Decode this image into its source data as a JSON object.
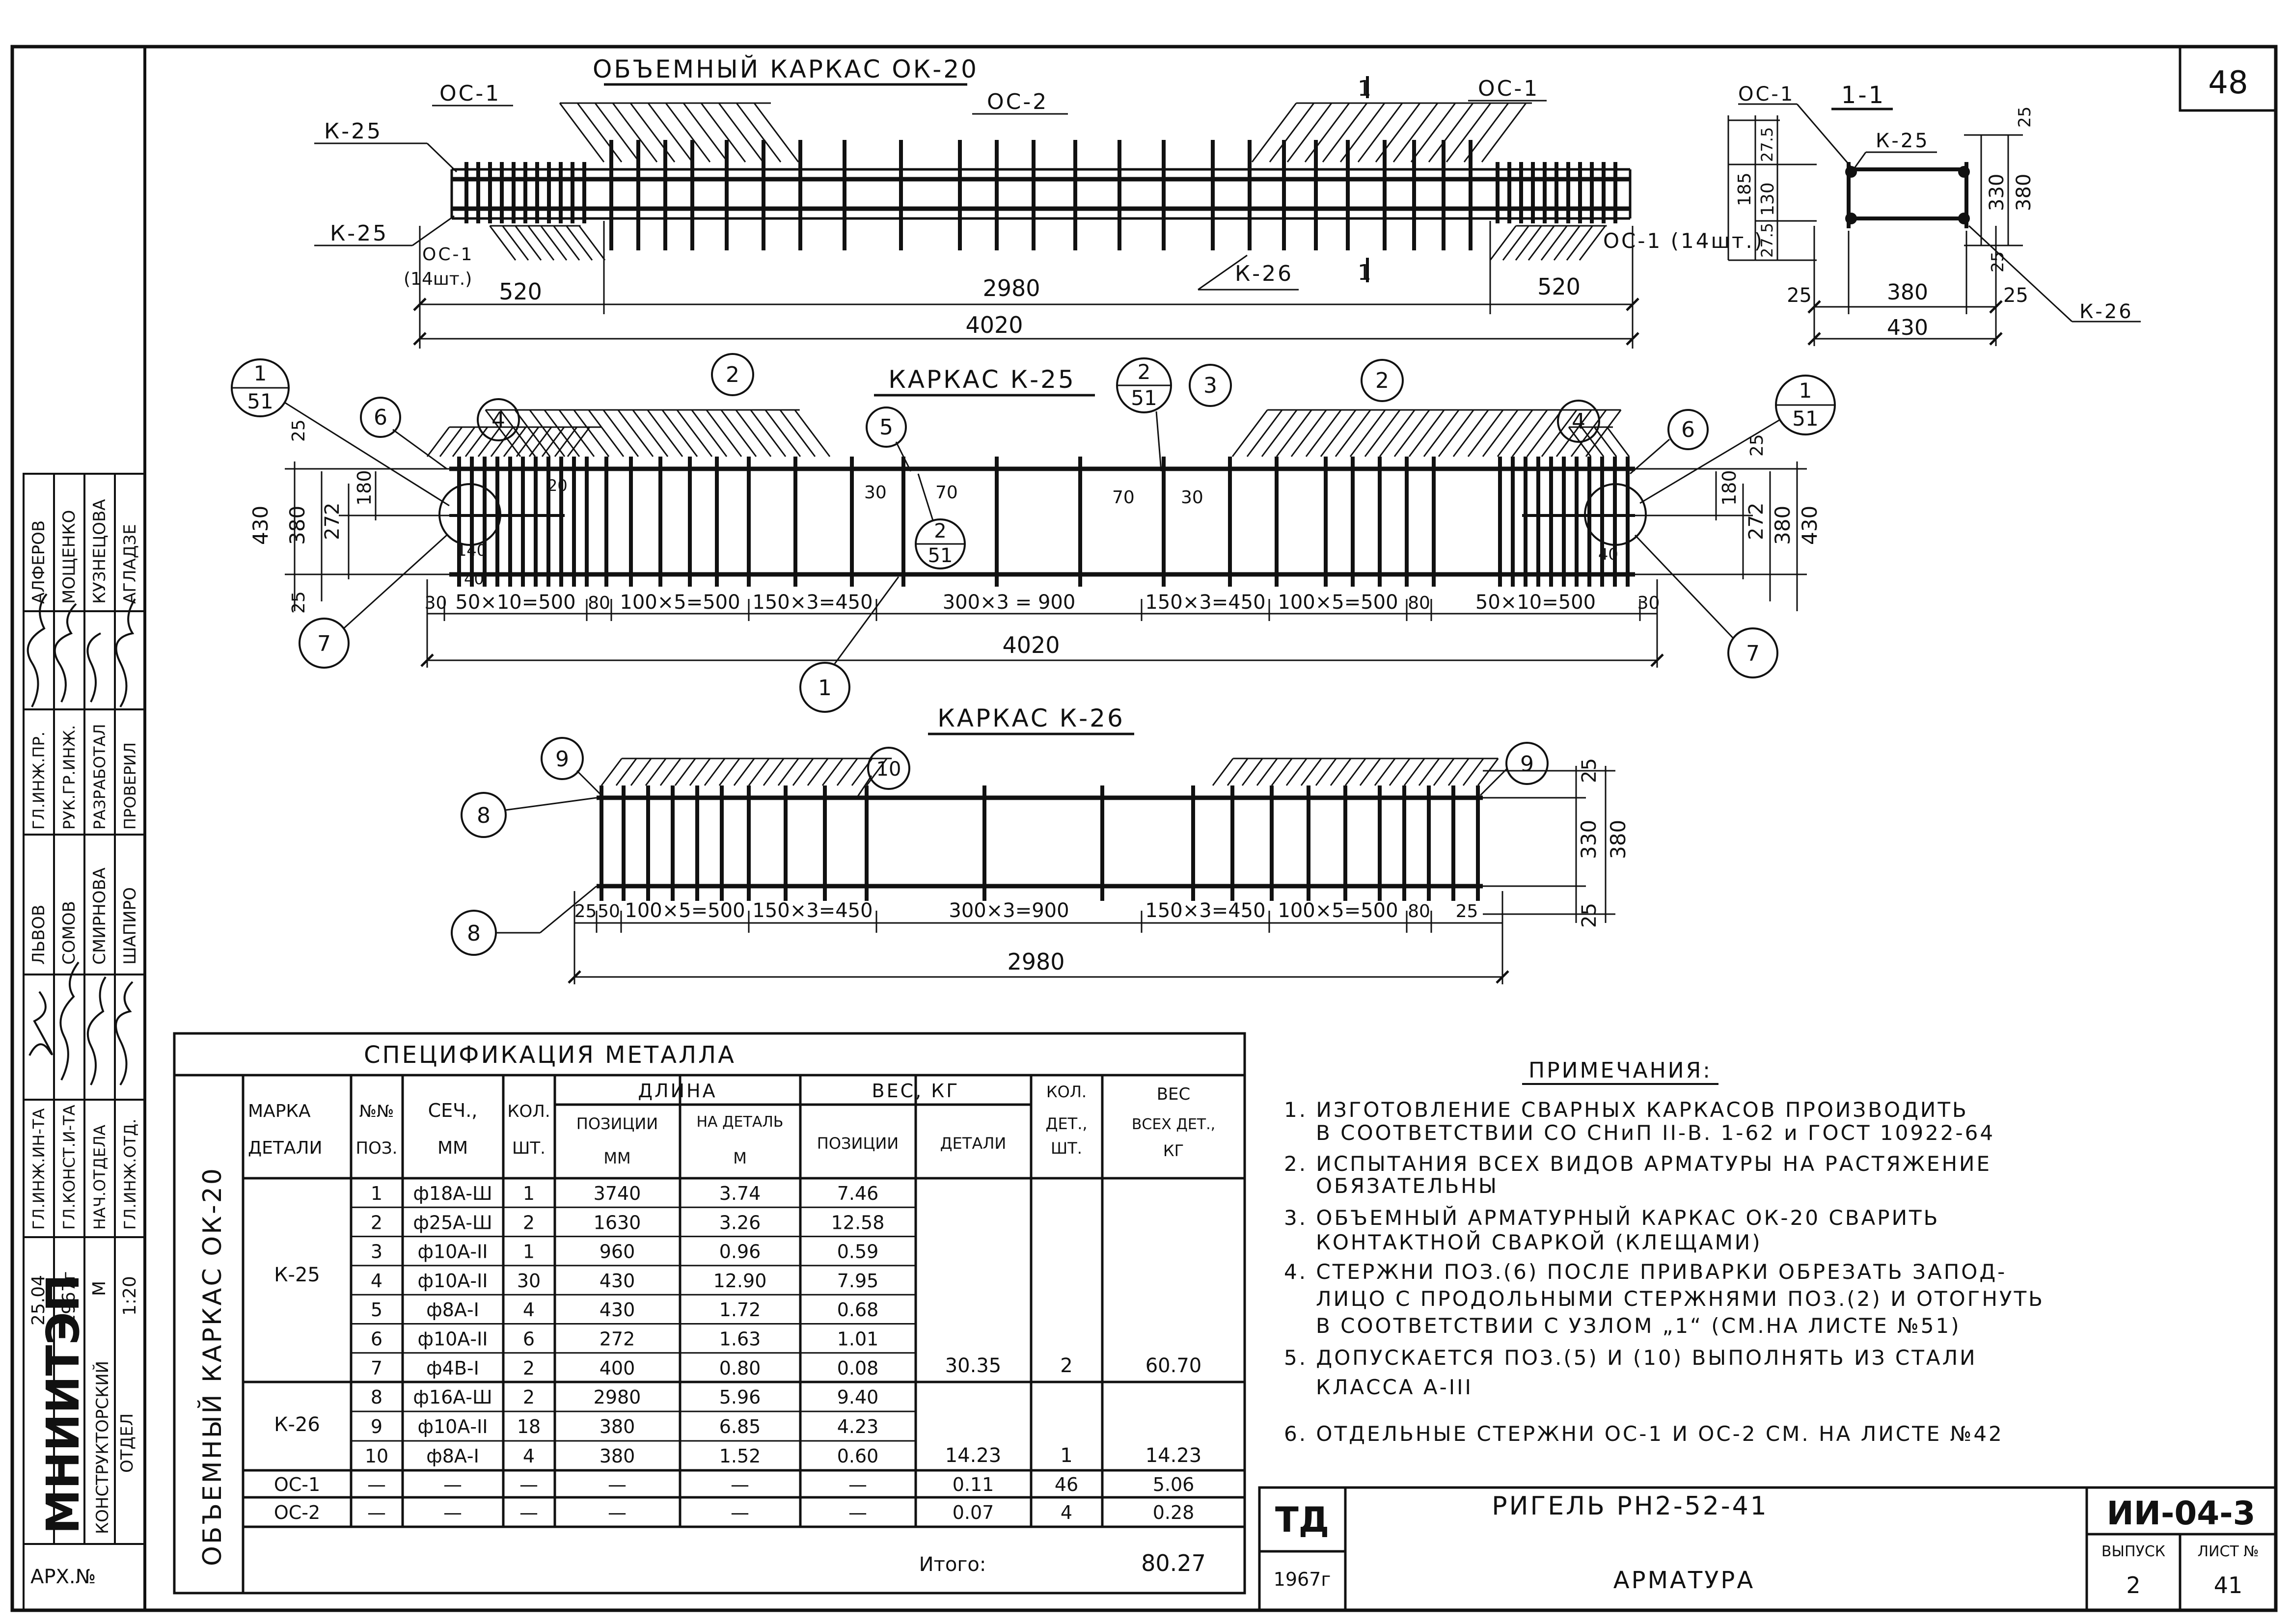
{
  "sheet": {
    "sheet_number": "48",
    "ok20_title": "ОБЪЕМНЫЙ КАРКАС ОК-20",
    "k25_title": "КАРКАС К-25",
    "k26_title": "КАРКАС К-26",
    "section_label": "1-1",
    "cut_mark": "1"
  },
  "ok20": {
    "labels": {
      "oc1_left": "ОС-1",
      "oc2": "ОС-2",
      "oc1_right": "ОС-1",
      "k25_top": "К-25",
      "k25_bottom": "К-25",
      "oc1_small": "ОС-1",
      "qty14": "(14шт.)",
      "oc1_right_qty": "ОС-1 (14шт.)",
      "k26": "К-26"
    },
    "dims": {
      "left": "520",
      "middle": "2980",
      "right": "520",
      "total": "4020"
    }
  },
  "section": {
    "labels": {
      "oc1": "ОС-1",
      "k25": "К-25",
      "k26": "К-26"
    },
    "dims": {
      "d275a": "27.5",
      "d130": "130",
      "d185": "185",
      "d275b": "27.5",
      "d330": "330",
      "d380v": "380",
      "d25a": "25",
      "d25b": "25",
      "d25c": "25",
      "d25d": "25",
      "d380h": "380",
      "d430": "430"
    }
  },
  "k25": {
    "callouts": {
      "c1": "1",
      "c2a": "2",
      "c2b": "2",
      "c3": "3",
      "c4a": "4",
      "c4b": "4",
      "c5": "5",
      "c6a": "6",
      "c6b": "6",
      "c7a": "7",
      "c7b": "7",
      "n1": "1",
      "d51a": "51",
      "n2": "2",
      "d51b": "51",
      "n2b": "2",
      "d51c": "51",
      "n1b": "1",
      "d51d": "51"
    },
    "vdims": {
      "d430l": "430",
      "d380l": "380",
      "d272l": "272",
      "d180l": "180",
      "d25l": "25",
      "d25lb": "25",
      "d430r": "430",
      "d380r": "380",
      "d272r": "272",
      "d180r": "180",
      "d25r": "25"
    },
    "small": {
      "s20": "20",
      "s140": "140",
      "s40": "40",
      "s30a": "30",
      "s70a": "70",
      "s70b": "70",
      "s30b": "30",
      "s40r": "40"
    },
    "dims": [
      "30",
      "50×10=500",
      "80",
      "100×5=500",
      "150×3=450",
      "300×3 = 900",
      "150×3=450",
      "100×5=500",
      "80",
      "50×10=500",
      "30"
    ],
    "total": "4020"
  },
  "k26": {
    "callouts": {
      "c8a": "8",
      "c8b": "8",
      "c9a": "9",
      "c9b": "9",
      "c10": "10"
    },
    "vdims": {
      "d25a": "25",
      "d330": "330",
      "d380": "380",
      "d25b": "25"
    },
    "dims": [
      "25",
      "50",
      "100×5=500",
      "150×3=450",
      "300×3=900",
      "150×3=450",
      "100×5=500",
      "80",
      "25"
    ],
    "total": "2980"
  },
  "spec": {
    "title": "СПЕЦИФИКАЦИЯ МЕТАЛЛА",
    "side_label": "ОБЪЕМНЫЙ КАРКАС ОК-20",
    "headers": {
      "mark1": "МАРКА",
      "mark2": "ДЕТАЛИ",
      "pos1": "№№",
      "pos2": "ПОЗ.",
      "sec1": "СЕЧ.,",
      "sec2": "ММ",
      "qty1": "КОЛ.",
      "qty2": "ШТ.",
      "length": "ДЛИНА",
      "lenpos1": "ПОЗИЦИИ",
      "lenpos2": "ММ",
      "lendet1": "НА ДЕТАЛЬ",
      "lendet2": "М",
      "weight": "ВЕС, КГ",
      "wpos": "ПОЗИЦИИ",
      "wdet": "ДЕТАЛИ",
      "kdet1": "КОЛ.",
      "kdet2": "ДЕТ.,",
      "kdet3": "ШТ.",
      "wall1": "ВЕС",
      "wall2": "ВСЕХ ДЕТ.,",
      "wall3": "КГ"
    },
    "k25_mark": "К-25",
    "k26_mark": "К-26",
    "k25_rows": [
      [
        "1",
        "ф18А-Ш",
        "1",
        "3740",
        "3.74",
        "7.46"
      ],
      [
        "2",
        "ф25А-Ш",
        "2",
        "1630",
        "3.26",
        "12.58"
      ],
      [
        "3",
        "ф10А-II",
        "1",
        "960",
        "0.96",
        "0.59"
      ],
      [
        "4",
        "ф10А-II",
        "30",
        "430",
        "12.90",
        "7.95"
      ],
      [
        "5",
        "ф8А-I",
        "4",
        "430",
        "1.72",
        "0.68"
      ],
      [
        "6",
        "ф10А-II",
        "6",
        "272",
        "1.63",
        "1.01"
      ],
      [
        "7",
        "ф4В-I",
        "2",
        "400",
        "0.80",
        "0.08"
      ]
    ],
    "k25_total": {
      "wdet": "30.35",
      "kdet": "2",
      "wall": "60.70"
    },
    "k26_rows": [
      [
        "8",
        "ф16А-Ш",
        "2",
        "2980",
        "5.96",
        "9.40"
      ],
      [
        "9",
        "ф10А-II",
        "18",
        "380",
        "6.85",
        "4.23"
      ],
      [
        "10",
        "ф8А-I",
        "4",
        "380",
        "1.52",
        "0.60"
      ]
    ],
    "k26_total": {
      "wdet": "14.23",
      "kdet": "1",
      "wall": "14.23"
    },
    "oc_rows": [
      [
        "ОС-1",
        "—",
        "—",
        "—",
        "—",
        "—",
        "—",
        "0.11",
        "46",
        "5.06"
      ],
      [
        "ОС-2",
        "—",
        "—",
        "—",
        "—",
        "—",
        "—",
        "0.07",
        "4",
        "0.28"
      ]
    ],
    "total_label": "Итого:",
    "total_value": "80.27"
  },
  "notes": {
    "title": "ПРИМЕЧАНИЯ:",
    "lines": [
      "1. ИЗГОТОВЛЕНИЕ СВАРНЫХ КАРКАСОВ ПРОИЗВОДИТЬ",
      "В СООТВЕТСТВИИ СО СНиП II-В. 1-62 и ГОСТ 10922-64",
      "2. ИСПЫТАНИЯ ВСЕХ ВИДОВ АРМАТУРЫ НА РАСТЯЖЕНИЕ",
      "ОБЯЗАТЕЛЬНЫ",
      "3. ОБЪЕМНЫЙ АРМАТУРНЫЙ КАРКАС ОК-20 СВАРИТЬ",
      "КОНТАКТНОЙ СВАРКОЙ (КЛЕЩАМИ)",
      "4. СТЕРЖНИ ПОЗ.(6) ПОСЛЕ ПРИВАРКИ ОБРЕЗАТЬ ЗАПОД-",
      "ЛИЦО С ПРОДОЛЬНЫМИ СТЕРЖНЯМИ ПОЗ.(2) И ОТОГНУТЬ",
      "В СООТВЕТСТВИИ С УЗЛОМ „1“ (СМ.НА ЛИСТЕ №51)",
      "5. ДОПУСКАЕТСЯ ПОЗ.(5) И (10) ВЫПОЛНЯТЬ ИЗ СТАЛИ",
      "КЛАССА А-III",
      "6. ОТДЕЛЬНЫЕ СТЕРЖНИ ОС-1 И ОС-2 СМ. НА ЛИСТЕ №42"
    ]
  },
  "title_block": {
    "td": "ТД",
    "year": "1967г",
    "name": "РИГЕЛЬ РН2-52-41",
    "subtitle": "АРМАТУРА",
    "code": "ИИ-04-3",
    "issue_label": "ВЫПУСК",
    "issue_value": "2",
    "sheet_label": "ЛИСТ №",
    "sheet_value": "41"
  },
  "side_block": {
    "org": "МНИИТЭП",
    "dept1": "КОНСТРУКТОРСКИЙ",
    "dept2": "ОТДЕЛ",
    "arch": "АРХ.№",
    "date1": "25.04",
    "date2": "1967г",
    "scale1": "М",
    "scale2": "1:20",
    "roles": [
      "ГЛ.ИНЖ.ИН-ТА",
      "ГЛ.КОНСТ.И-ТА",
      "НАЧ.ОТДЕЛА",
      "ГЛ.ИНЖ.ОТД.",
      "ГЛ.ИНЖ.ПР.",
      "РУК.ГР.ИНЖ.",
      "РАЗРАБОТАЛ",
      "ПРОВЕРИЛ"
    ],
    "names": [
      "ЛЬВОВ",
      "СОМОВ",
      "СМИРНОВА",
      "ШАПИРО",
      "АЛФЕРОВ",
      "МОЩЕНКО",
      "КУЗНЕЦОВА",
      "АГЛАДЗЕ"
    ]
  }
}
